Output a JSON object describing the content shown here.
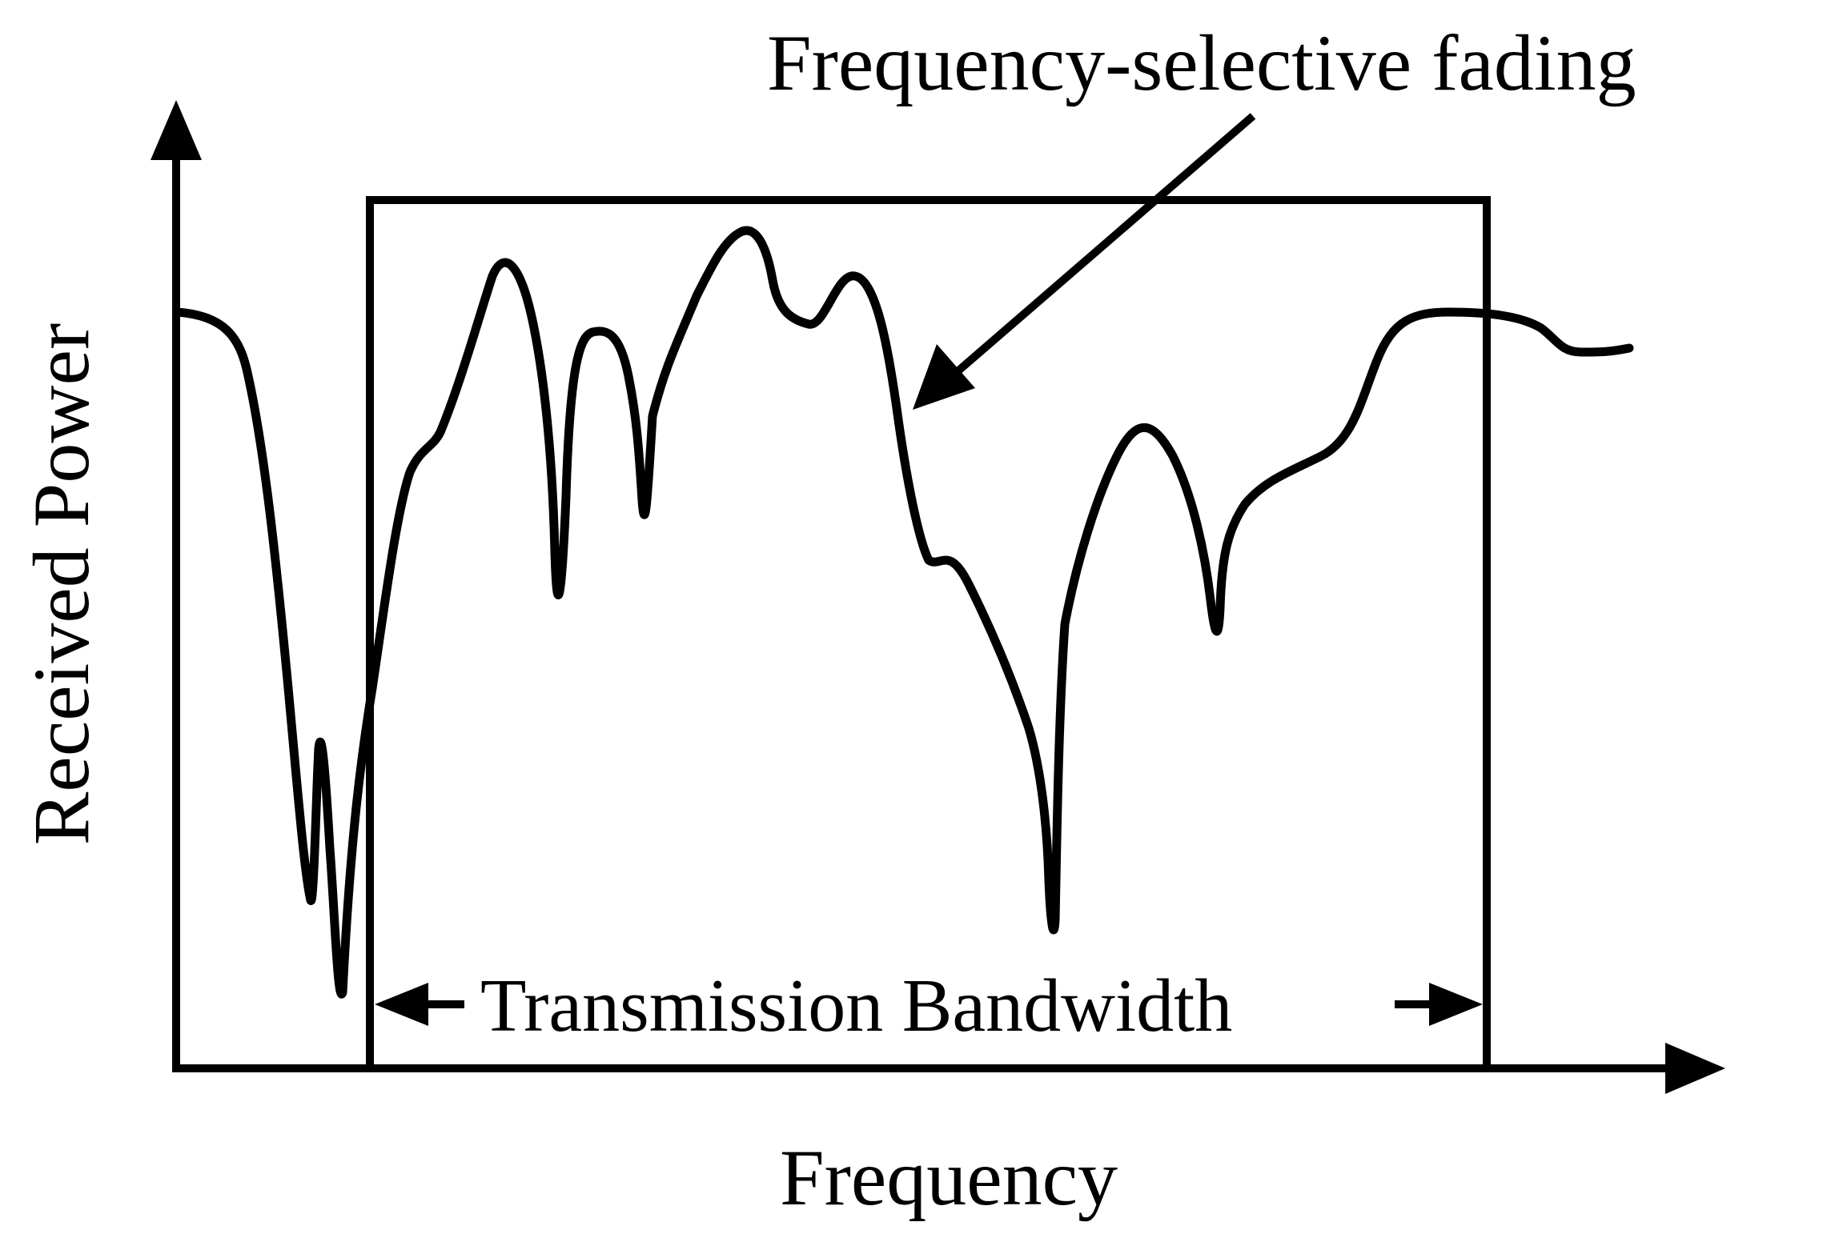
{
  "annotation": {
    "text": "Frequency-selective fading"
  },
  "y_axis": {
    "label": "Received Power"
  },
  "x_axis": {
    "label": "Frequency"
  },
  "bandwidth": {
    "label": "Transmission Bandwidth"
  },
  "colors": {
    "line": "#000000",
    "background": "#ffffff"
  }
}
